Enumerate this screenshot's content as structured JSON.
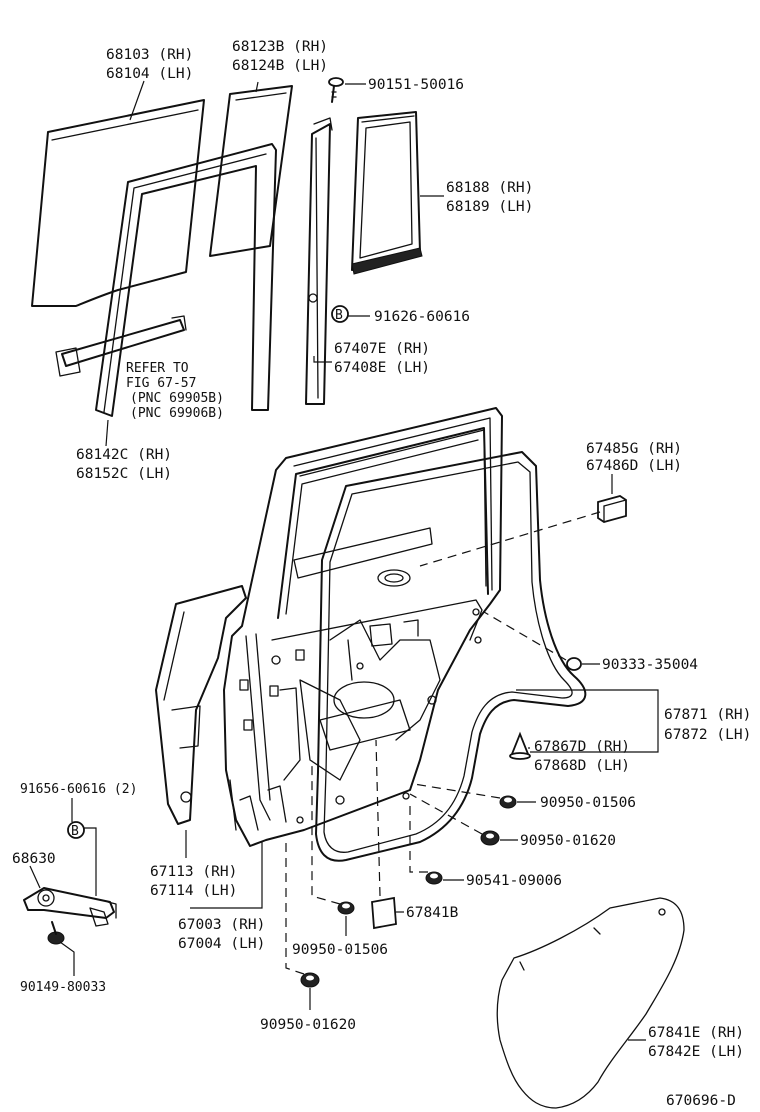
{
  "callouts": {
    "glass": [
      "68103 (RH)",
      "68104 (LH)"
    ],
    "glass_inner": [
      "68123B (RH)",
      "68124B (LH)"
    ],
    "screw_top": "90151-50016",
    "quarter_glass": [
      "68188 (RH)",
      "68189 (LH)"
    ],
    "clip_b": "91626-60616",
    "division_bar": [
      "67407E (RH)",
      "67408E (LH)"
    ],
    "refer_note": [
      "REFER TO",
      "FIG 67-57",
      "(PNC 69905B)",
      "(PNC 69906B)"
    ],
    "run_channel": [
      "68142C (RH)",
      "68152C (LH)"
    ],
    "cushion": [
      "67485G (RH)",
      "67486D (LH)"
    ],
    "plug_upper": "90333-35004",
    "weatherstrip": [
      "67871 (RH)",
      "67872 (LH)"
    ],
    "clip_weatherstrip": [
      "67867D (RH)",
      "67868D (LH)"
    ],
    "plug_a": "90950-01506",
    "plug_b": "90950-01620",
    "bolt_check": "91656-60616 (2)",
    "check": "68630",
    "bolt_check_lower": "90149-80033",
    "panel_outer": [
      "67113 (RH)",
      "67114 (LH)"
    ],
    "panel_assy": [
      "67003 (RH)",
      "67004 (LH)"
    ],
    "plug_c": "90541-09006",
    "pad_small": "67841B",
    "plug_d": "90950-01506",
    "plug_e": "90950-01620",
    "pad_large": [
      "67841E (RH)",
      "67842E (LH)"
    ],
    "figure_code": "670696-D",
    "circle_b": "B"
  }
}
